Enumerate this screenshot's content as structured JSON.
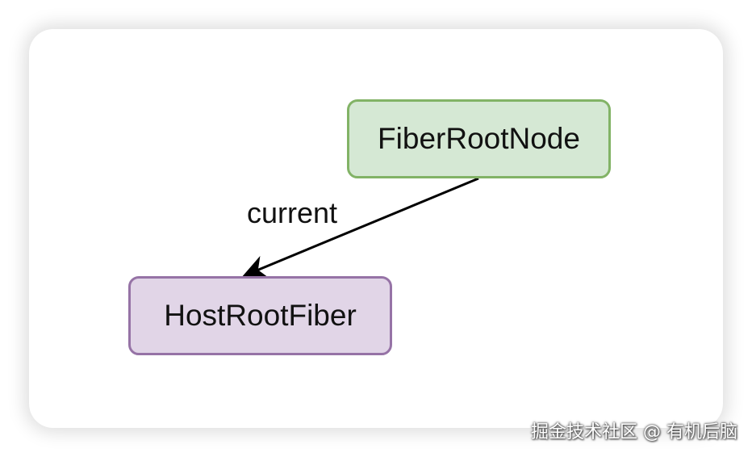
{
  "nodes": {
    "fiber_root": {
      "label": "FiberRootNode",
      "fill": "#d5e8d4",
      "stroke": "#82b366"
    },
    "host_root": {
      "label": "HostRootFiber",
      "fill": "#e1d5e7",
      "stroke": "#9673a6"
    }
  },
  "edges": [
    {
      "from": "FiberRootNode",
      "to": "HostRootFiber",
      "label": "current",
      "color": "#000000"
    }
  ],
  "edge_label": "current",
  "watermark": "掘金技术社区 @ 有机后脑"
}
